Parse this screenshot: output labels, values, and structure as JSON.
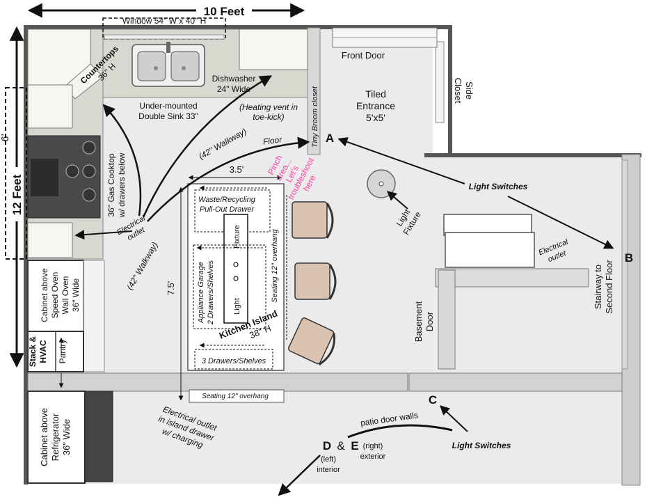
{
  "dimensions": {
    "width_label": "10 Feet",
    "height_label": "12 Feet",
    "six_foot_label": "6'",
    "island_width": "3.5'",
    "island_length": "7.5'"
  },
  "window_label": "Window 54\" W x 40\" H",
  "countertops": {
    "line1": "Countertops",
    "line2": "36\" H"
  },
  "sink": {
    "line1": "Under-mounted",
    "line2": "Double Sink 33\""
  },
  "dishwasher": {
    "line1": "Dishwasher",
    "line2": "24\" Wide"
  },
  "heating_vent": {
    "line1": "(Heating vent in",
    "line2": "toe-kick)"
  },
  "front_door": "Front Door",
  "side_closet": {
    "line1": "Side",
    "line2": "Closet"
  },
  "tiled_entrance": {
    "line1": "Tiled",
    "line2": "Entrance",
    "line3": "5'x5'"
  },
  "broom_closet": "Tiny Broom closet",
  "walkway_top": "(42\" Walkway)",
  "walkway_left": "(42\" Walkway)",
  "floor_label": "Floor",
  "pinch_note": {
    "line1": "Pinch",
    "line2": "area...",
    "line3": "Let's",
    "line4": "troubleshoot",
    "line5": "here"
  },
  "cooktop": {
    "line1": "36\" Gas Cooktop",
    "line2": "w/ drawers below"
  },
  "electrical_outlet_left": {
    "line1": "Electrical",
    "line2": "outlet"
  },
  "electrical_outlet_right": {
    "line1": "Electrical",
    "line2": "outlet"
  },
  "island": {
    "waste": {
      "line1": "Waste/Recycling",
      "line2": "Pull-Out Drawer"
    },
    "fixture": "Fixture",
    "light": "Light",
    "appliance": {
      "line1": "Appliance Garage",
      "line2": "2 Drawers/Shelves"
    },
    "seating_side": "Seating 12\" overhang",
    "title": "Kitchen Island",
    "height": "38\" H",
    "bottom_drawers": "3 Drawers/Shelves",
    "seating_bottom": "Seating 12\" overhang"
  },
  "oven": {
    "line1": "Cabinet above",
    "line2": "Speed Oven",
    "line3": "Wall Oven",
    "line4": "36\" Wide"
  },
  "pantry": "Pantry",
  "stack": {
    "line1": "Stack &",
    "line2": "HVAC"
  },
  "refrigerator": {
    "line1": "Cabinet above",
    "line2": "Refrigerator",
    "line3": "36\" Wide"
  },
  "electrical_outlet_island": {
    "line1": "Electrical outlet",
    "line2": "in island drawer",
    "line3": "w/ charging"
  },
  "light_switches_top": "Light Switches",
  "light_switches_bottom": "Light Switches",
  "light_fixture": {
    "line1": "Light",
    "line2": "Fixture"
  },
  "stairway": {
    "line1": "Stairway to",
    "line2": "Second Floor"
  },
  "basement_door": {
    "line1": "Basement",
    "line2": "Door"
  },
  "patio_walls": "patio door walls",
  "markers": {
    "a": "A",
    "b": "B",
    "c": "C",
    "d": "D",
    "amp": "&",
    "e": "E"
  },
  "left_interior": {
    "line1": "(left)",
    "line2": "interior"
  },
  "right_exterior": {
    "line1": "(right)",
    "line2": "exterior"
  }
}
